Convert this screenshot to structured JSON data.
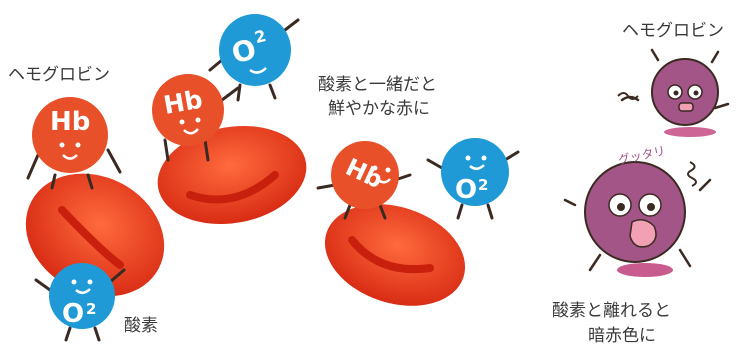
{
  "labels": {
    "hemoglobin_left": "ヘモグロビン",
    "hemoglobin_right": "ヘモグロビン",
    "bright_red_line1": "酸素と一緒だと",
    "bright_red_line2": "鮮やかな赤に",
    "oxygen": "酸素",
    "dark_red_line1": "酸素と離れると",
    "dark_red_line2": "暗赤色に"
  },
  "characters": {
    "hb_text": "Hb",
    "o2_text": "O",
    "o2_sub": "2",
    "tired_text": "グッタリ"
  },
  "colors": {
    "hemoglobin": "#e8502a",
    "oxygen": "#1f9ad6",
    "red_blood_cell": "#e53a1e",
    "dark_hemoglobin": "#a45587",
    "dark_shadow": "#c0407a"
  }
}
